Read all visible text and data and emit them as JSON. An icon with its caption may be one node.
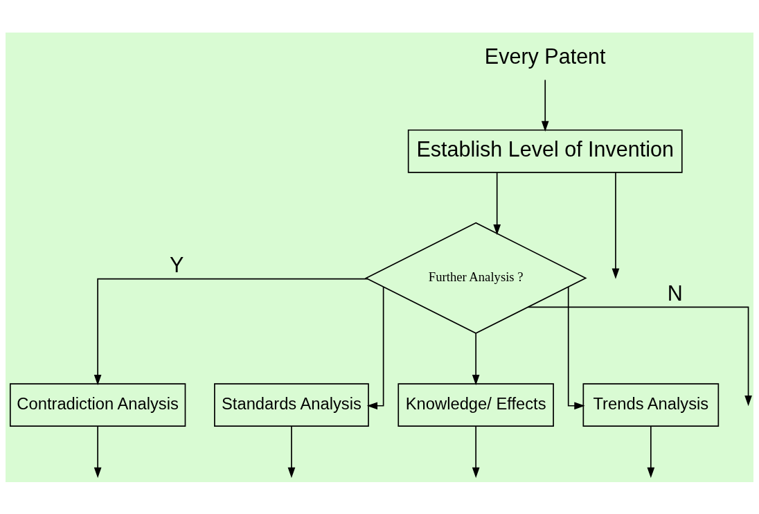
{
  "diagram": {
    "nodes": [
      {
        "text": [
          "Every Patent"
        ]
      },
      {
        "text": [
          "Establish Level of Invention"
        ]
      },
      {
        "text": [
          "Further Analysis ?"
        ]
      },
      {
        "text": [
          "Contradiction Analysis"
        ]
      },
      {
        "text": [
          "Standards Analysis"
        ]
      },
      {
        "text": [
          "Knowledge/ Effects"
        ]
      },
      {
        "text": [
          "Trends Analysis"
        ]
      }
    ],
    "edges": [
      {
        "from": 0,
        "to": 1,
        "arrow": "to"
      },
      {
        "from": 1,
        "to": null,
        "arrow": "to"
      },
      {
        "from": 1,
        "to": 2,
        "arrow": "to"
      },
      {
        "from": 2,
        "to": 3,
        "arrow": "to",
        "label": "Y"
      },
      {
        "from": 2,
        "to": 4,
        "arrow": "to"
      },
      {
        "from": 2,
        "to": 5,
        "arrow": "to"
      },
      {
        "from": 2,
        "to": 6,
        "arrow": "to"
      },
      {
        "from": 2,
        "to": null,
        "arrow": "to",
        "label": "N"
      },
      {
        "from": 3,
        "to": null,
        "arrow": "to"
      },
      {
        "from": 4,
        "to": null,
        "arrow": "to"
      },
      {
        "from": 5,
        "to": null,
        "arrow": "to"
      },
      {
        "from": 6,
        "to": null,
        "arrow": "to"
      }
    ]
  }
}
